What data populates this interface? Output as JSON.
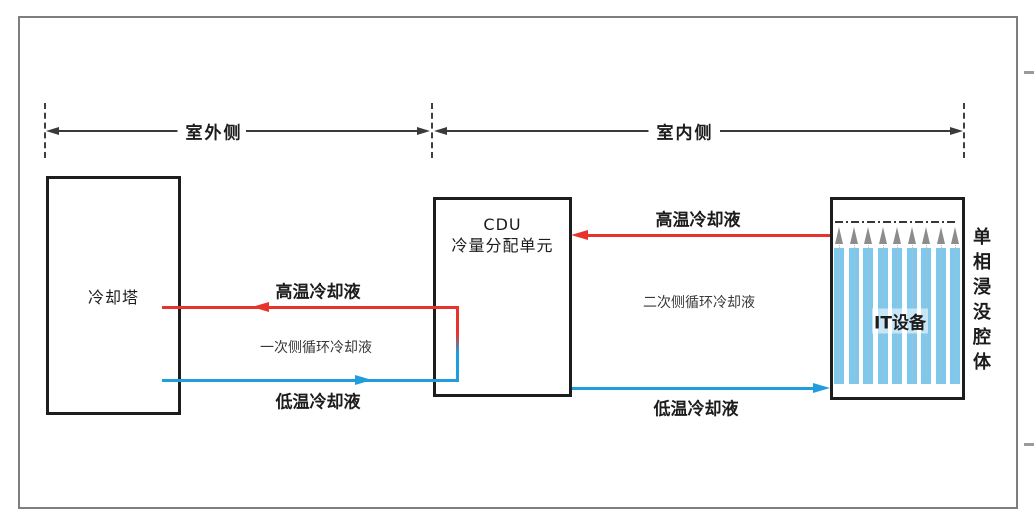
{
  "zones": {
    "outdoor_label": "室外侧",
    "indoor_label": "室内侧"
  },
  "cooling_tower": {
    "label": "冷却塔"
  },
  "cdu": {
    "title": "CDU",
    "subtitle": "冷量分配单元"
  },
  "it_tank": {
    "label": "IT设备",
    "side_label": "单相浸没腔体",
    "bar_count": 9
  },
  "flows": {
    "secondary_hot_label": "高温冷却液",
    "secondary_cold_label": "低温冷却液",
    "primary_hot_label": "高温冷却液",
    "primary_cold_label": "低温冷却液",
    "primary_loop_label": "一次侧循环冷却液",
    "secondary_loop_label": "二次侧循环冷却液"
  },
  "colors": {
    "hot": "#e6342c",
    "cold": "#1f9ddd",
    "coolant_bar": "#7ec8ee",
    "tank_arrow": "#8c8c8c"
  }
}
